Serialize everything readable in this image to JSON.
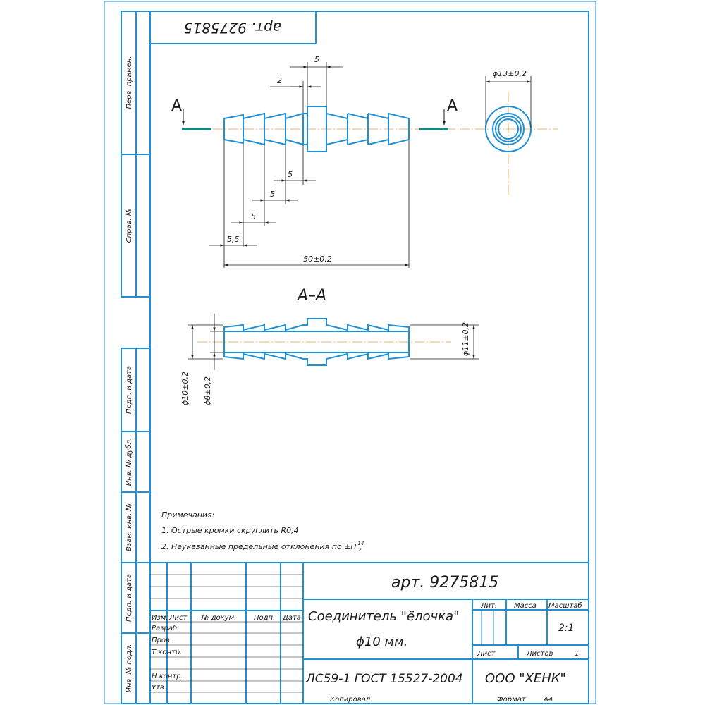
{
  "side_labels": {
    "perv_primen": "Перв. примен.",
    "sprav_no": "Справ. №",
    "podp_data_1": "Подп. и дата",
    "inv_dubl": "Инв. № дубл.",
    "vzam_inv": "Взам. инв. №",
    "podp_data_2": "Подп. и дата",
    "inv_podl": "Инв. № подл."
  },
  "top_stamp": "арт. 9275815",
  "views": {
    "section_mark": "А",
    "section_title": "А–А"
  },
  "dimensions": {
    "d5_top": "5",
    "d2": "2",
    "d5_a": "5",
    "d5_b": "5",
    "d5_c": "5",
    "d5_5": "5,5",
    "length": "50±0,2",
    "d13": "ϕ13±0,2",
    "d10": "ϕ10±0,2",
    "d8": "ϕ8±0,2",
    "d11": "ϕ11±0,2"
  },
  "notes": {
    "title": "Примечания:",
    "note1": "1. Острые кромки скруглить R0,4",
    "note2_prefix": "2. Неуказанные предельные отклонения по ±IT",
    "note2_sup": "14",
    "note2_sub": "2"
  },
  "title_block": {
    "article": "арт. 9275815",
    "name_line1": "Соединитель \"ёлочка\"",
    "name_line2": "ϕ10 мм.",
    "material": "ЛС59-1 ГОСТ 15527-2004",
    "company": "ООО \"ХЕНК\"",
    "col_izm": "Изм.",
    "col_list": "Лист",
    "col_docum": "№ докум.",
    "col_podp": "Подп.",
    "col_data": "Дата",
    "row_razrab": "Разраб.",
    "row_prov": "Пров.",
    "row_tkontr": "Т.контр.",
    "row_nkontr": "Н.контр.",
    "row_utv": "Утв.",
    "lit": "Лит.",
    "massa": "Масса",
    "masshtab": "Масштаб",
    "scale_value": "2:1",
    "list_label": "Лист",
    "listov_label": "Листов",
    "listov_value": "1"
  },
  "footer": {
    "kopiroval": "Копировал",
    "format_label": "Формат",
    "format_value": "А4"
  },
  "colors": {
    "frame": "#1f8fd6",
    "part": "#1f8fd6",
    "axis": "#e0a040",
    "section_line": "#138a8a",
    "ink": "#1a1a1a"
  }
}
